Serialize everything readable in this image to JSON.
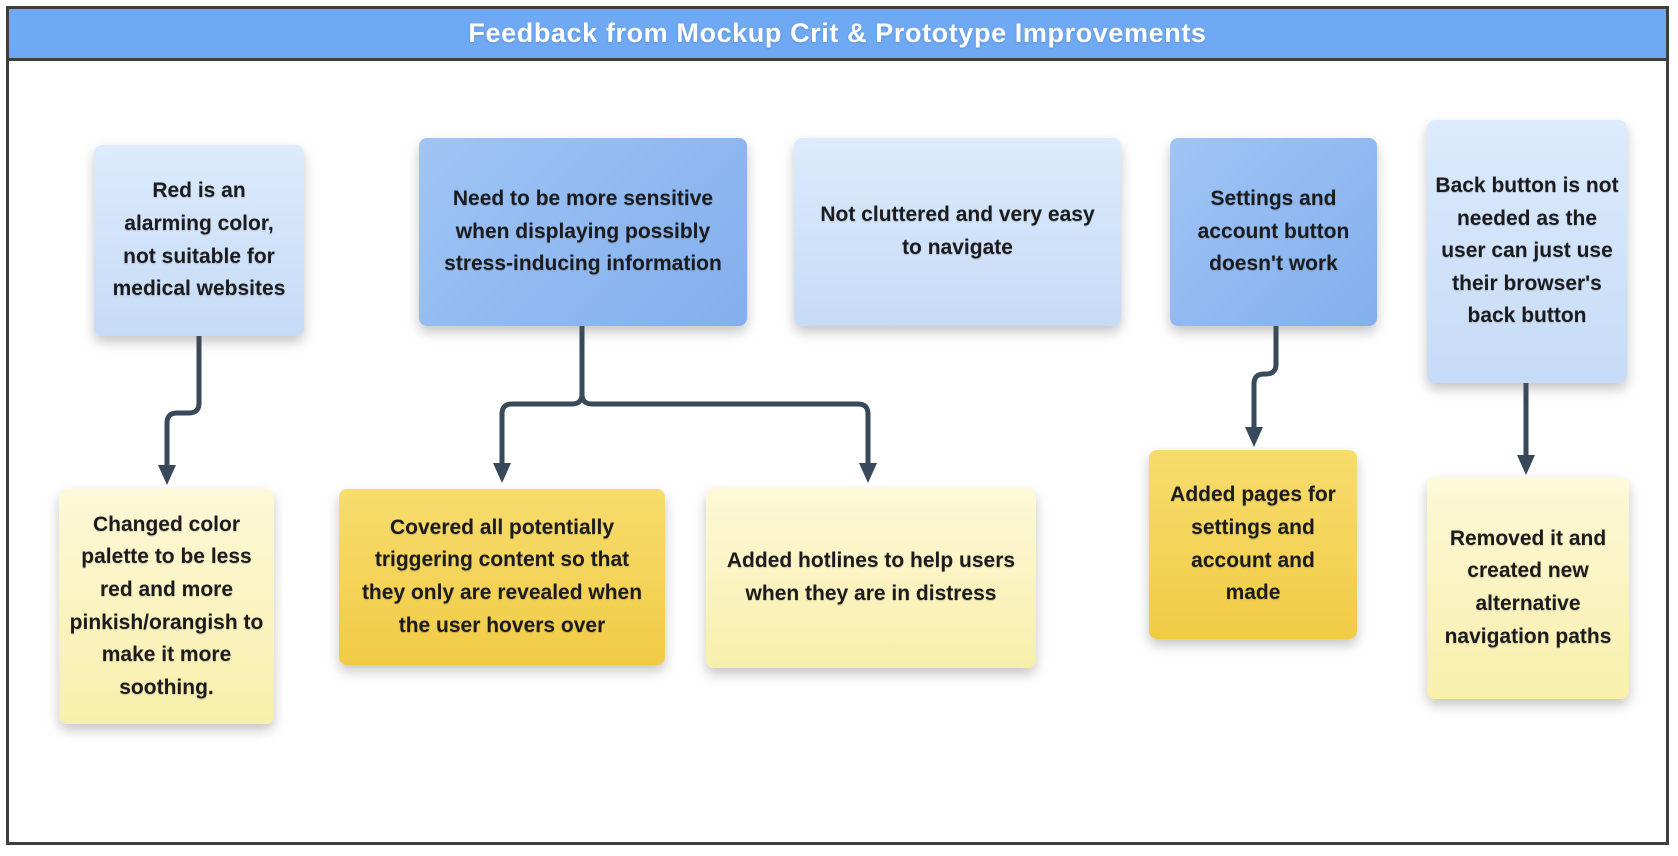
{
  "title": "Feedback from Mockup Crit & Prototype Improvements",
  "colors": {
    "header_bg": "#6fa9f4",
    "frame_border": "#3e3e3e",
    "arrow": "#37495a",
    "text": "#1c1c1e",
    "title_text": "#ffffff",
    "blue_light_1": "#dcebfd",
    "blue_light_2": "#c6dbf6",
    "blue_medium_1": "#a0c5f5",
    "blue_medium_2": "#83afed",
    "gold_1": "#f7dc6d",
    "gold_2": "#f1cb45",
    "yellow_light_1": "#fdf8d8",
    "yellow_light_2": "#f8efab"
  },
  "feedback": [
    {
      "text": "Red is an alarming color, not suitable for medical websites",
      "tone": "light-blue"
    },
    {
      "text": "Need to be more sensitive when displaying possibly stress-inducing information",
      "tone": "medium-blue"
    },
    {
      "text": "Not cluttered and very easy to navigate",
      "tone": "light-blue"
    },
    {
      "text": "Settings and account button doesn't work",
      "tone": "medium-blue"
    },
    {
      "text": "Back button is not needed as the user can just use their browser's back button",
      "tone": "light-blue"
    }
  ],
  "improvements": [
    {
      "text": "Changed color palette to be less red and more pinkish/orangish to make it more soothing.",
      "tone": "light-yellow"
    },
    {
      "text": "Covered all potentially triggering content so that they only are revealed when the user hovers over",
      "tone": "gold"
    },
    {
      "text": "Added hotlines to help users when they are in distress",
      "tone": "light-yellow"
    },
    {
      "text": "Added pages for settings and account and made",
      "tone": "gold"
    },
    {
      "text": "Removed it and created new alternative navigation paths",
      "tone": "light-yellow"
    }
  ],
  "connections": [
    {
      "from": "feedback-1",
      "to": "improvement-1"
    },
    {
      "from": "feedback-2",
      "to": "improvement-2"
    },
    {
      "from": "feedback-2",
      "to": "improvement-3"
    },
    {
      "from": "feedback-4",
      "to": "improvement-4"
    },
    {
      "from": "feedback-5",
      "to": "improvement-5"
    }
  ]
}
